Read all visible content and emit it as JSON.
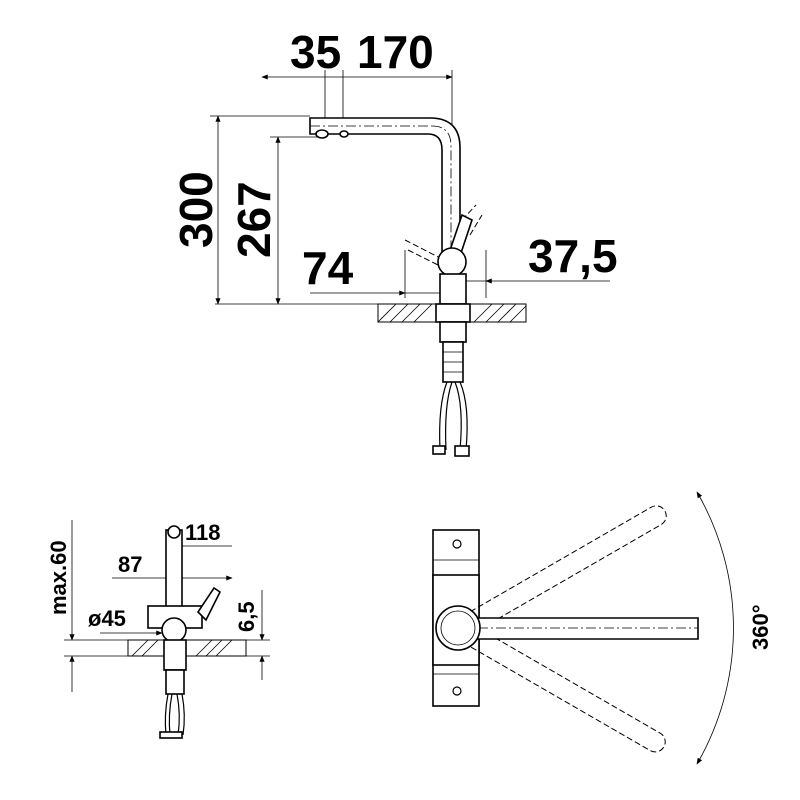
{
  "side_view": {
    "dim_spout_offset": "35",
    "dim_spout_reach": "170",
    "dim_total_height": "300",
    "dim_spout_height": "267",
    "dim_lever_offset": "74",
    "dim_lever_right": "37,5"
  },
  "front_view": {
    "dim_max_thickness": "max.60",
    "dim_top": "118",
    "dim_lever": "87",
    "dim_diameter": "ø45",
    "dim_small": "6,5"
  },
  "top_view": {
    "dim_rotation": "360°"
  }
}
